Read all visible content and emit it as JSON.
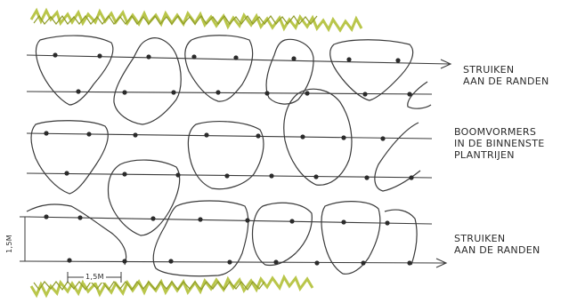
{
  "labels": {
    "top_right": [
      "STRUIKEN",
      "AAN DE RANDEN"
    ],
    "middle_right": [
      "BOOMVORMERS",
      "IN DE BINNENSTE",
      "PLANTRIJEN"
    ],
    "bottom_right": [
      "STRUIKEN",
      "AAN DE RANDEN"
    ],
    "row_spacing": "1,5M",
    "plant_spacing": "1,5M"
  },
  "colors": {
    "hedge": "#b9c64a",
    "hedge_dark": "#8f9c2a",
    "ink": "#3a3a3a",
    "dot": "#2b2b2b"
  }
}
